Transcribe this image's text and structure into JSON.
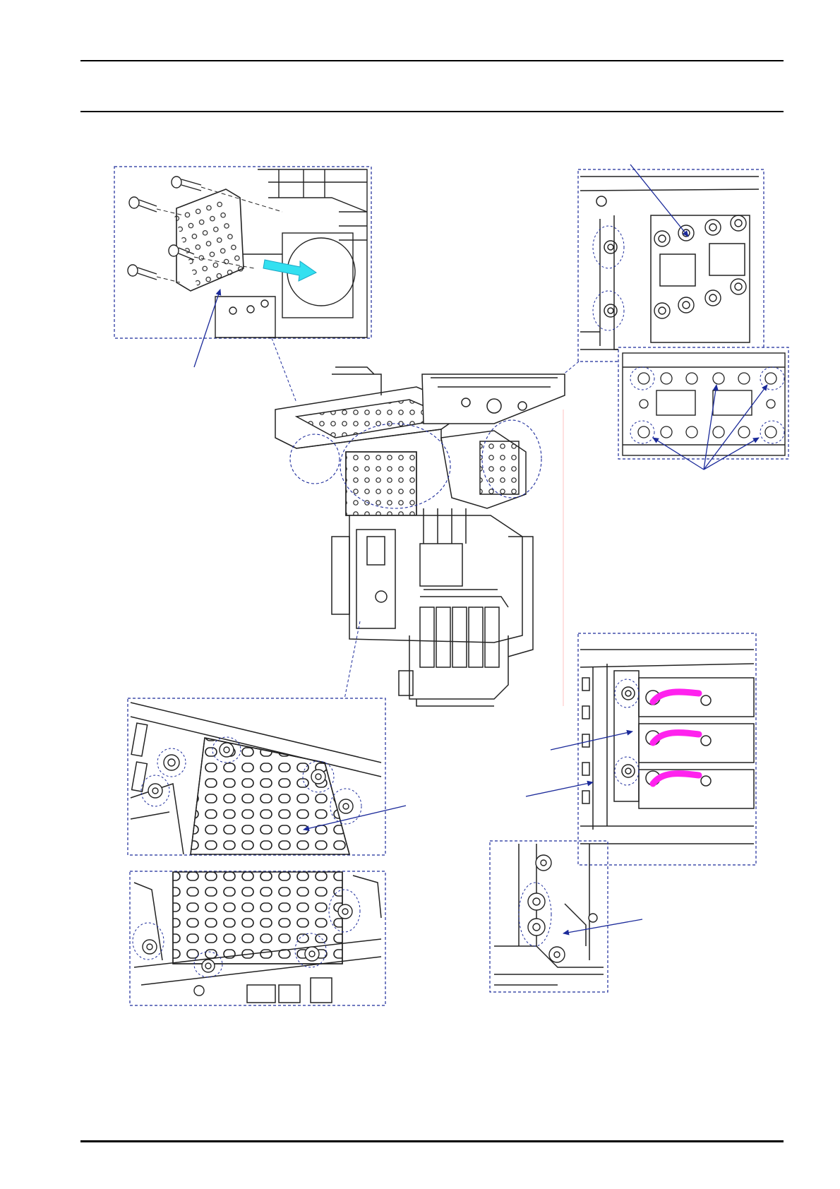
{
  "page": {
    "header": {},
    "footer": {}
  },
  "figure": {
    "callouts": [
      {
        "id": "fan-guard-removal",
        "icon": "arrow-right-icon"
      },
      {
        "id": "front-panel-screws",
        "icon": "circle-marker-icon"
      },
      {
        "id": "side-plate-screws",
        "icon": "circle-marker-icon"
      },
      {
        "id": "cover-plate-screws",
        "icon": "circle-marker-icon"
      },
      {
        "id": "bottom-plate-screws",
        "icon": "circle-marker-icon"
      },
      {
        "id": "bracket-screws",
        "icon": "circle-marker-icon"
      },
      {
        "id": "cable-routing",
        "icon": "cable-icon"
      }
    ],
    "colors": {
      "outline": "#1b2a9a",
      "arrow_highlight": "#33e0f0",
      "cable_highlight": "#ff22ee",
      "drawing": "#222222"
    }
  }
}
